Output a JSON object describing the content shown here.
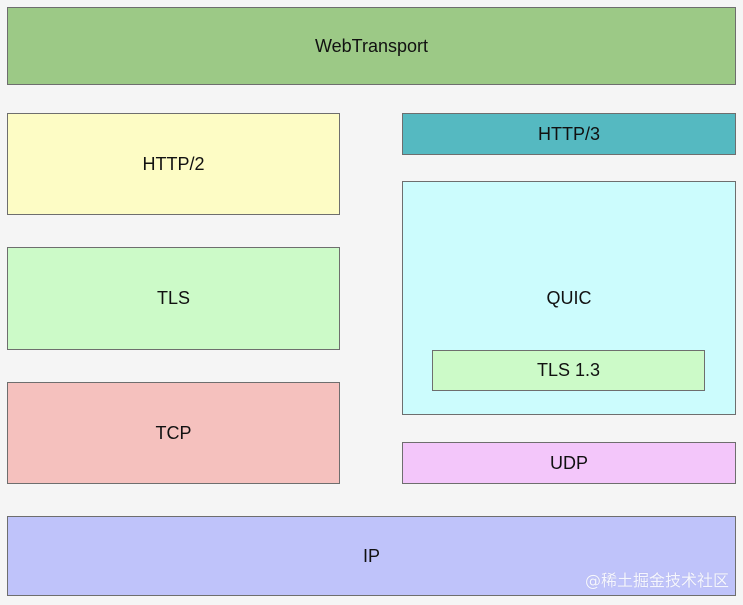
{
  "layers": {
    "webtransport": {
      "label": "WebTransport",
      "color": "#9cc986"
    },
    "http2": {
      "label": "HTTP/2",
      "color": "#fdfcc5"
    },
    "tls": {
      "label": "TLS",
      "color": "#ccfac8"
    },
    "tcp": {
      "label": "TCP",
      "color": "#f5c1be"
    },
    "http3": {
      "label": "HTTP/3",
      "color": "#55b9c1"
    },
    "quic": {
      "label": "QUIC",
      "color": "#ccfcfd"
    },
    "tls13": {
      "label": "TLS 1.3",
      "color": "#ccfac8"
    },
    "udp": {
      "label": "UDP",
      "color": "#f3c6fa"
    },
    "ip": {
      "label": "IP",
      "color": "#bfc3fa"
    }
  },
  "watermark": "@稀土掘金技术社区"
}
